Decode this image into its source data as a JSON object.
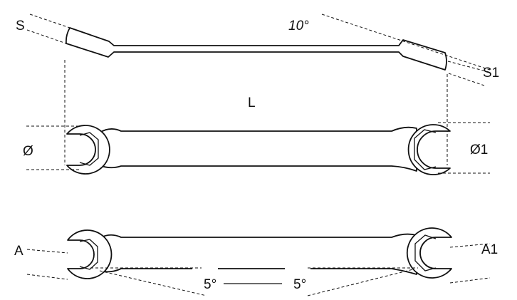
{
  "labels": {
    "S": "S",
    "S1": "S1",
    "angle_offset": "10°",
    "length": "L",
    "diameter": "Ø",
    "diameter1": "Ø1",
    "A": "A",
    "A1": "A1",
    "angle_left": "5°",
    "angle_right": "5°"
  },
  "colors": {
    "line": "#111111",
    "background": "#ffffff"
  }
}
